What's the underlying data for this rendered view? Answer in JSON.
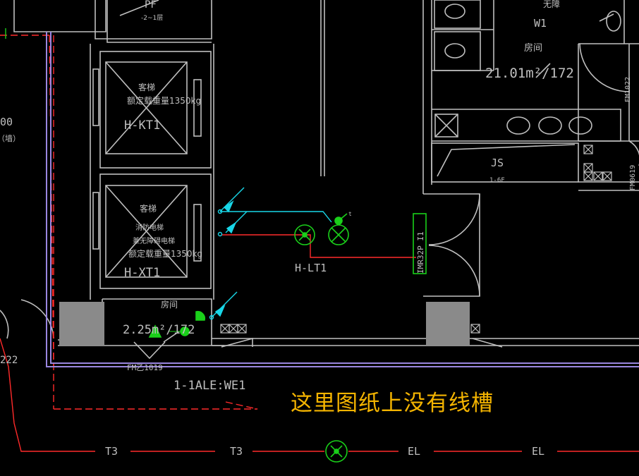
{
  "labels": {
    "pf": "PF",
    "pf_note": "-2~1层",
    "room_w1": "W1",
    "room_w1_top": "无障",
    "room_w1_name": "房间",
    "room_w1_area": "21.01m²/172",
    "fm_right_1": "FM1022",
    "fm_right_2": "FM0619",
    "js": "JS",
    "js_note": "1-6F",
    "elevator_1_cn": "客梯",
    "elevator_1_load": "额定载重量1350kg",
    "elevator_1_id": "H-KT1",
    "elevator_2_cn": "客梯",
    "elevator_2_sub1": "消防电梯",
    "elevator_2_sub2": "兼无障碍电梯",
    "elevator_2_load": "额定载重量1350kg",
    "elevator_2_id": "H-XT1",
    "lobby_name": "房间",
    "lobby_area": "2.25m²/172",
    "fm_bottom": "FM乙1019",
    "panel_id": "H-LT1",
    "cabinet_text": "IMR32P I1",
    "circuit_label": "1-1ALE:WE1",
    "left_num": "00",
    "left_paren": "（墙）",
    "left_222": "222",
    "tag_t_1": "T3",
    "tag_t_2": "T3",
    "tag_el_1": "EL",
    "tag_el_2": "EL",
    "small_t": "t"
  },
  "annotation": {
    "text": "这里图纸上没有线槽",
    "color": "#f4b400"
  },
  "colors": {
    "wall": "#bfbfbf",
    "tray": "#9a86e0",
    "red_line": "#ff2a2a",
    "cyan": "#18d7e8",
    "green": "#1ad01a",
    "grey_fill": "#8a8a8a"
  }
}
